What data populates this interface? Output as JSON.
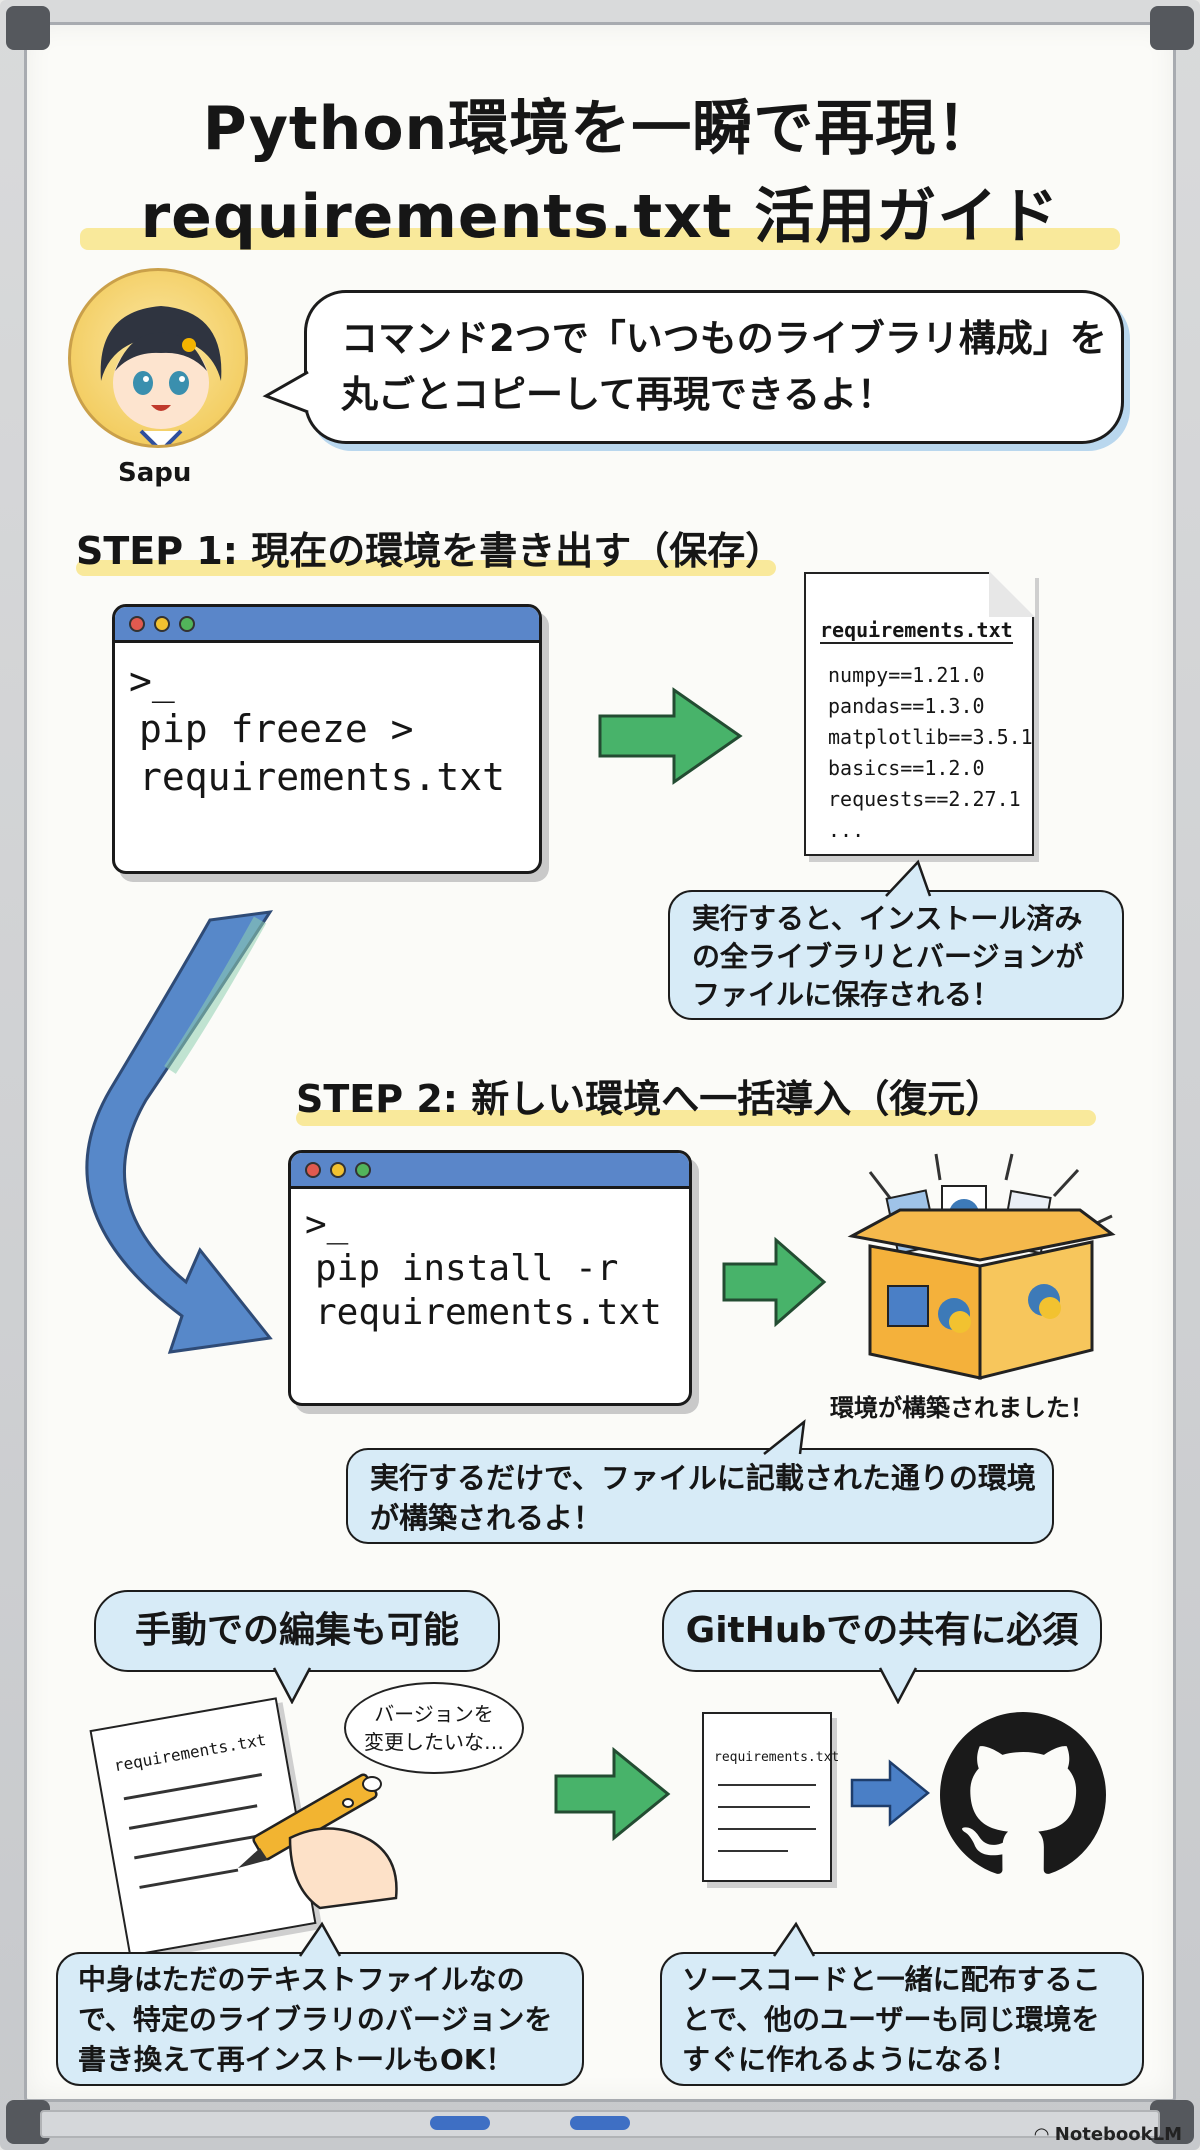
{
  "title": {
    "line1": "Python環境を一瞬で再現！",
    "line2": "requirements.txt 活用ガイド"
  },
  "intro": {
    "character_name": "Sapu",
    "line1": "コマンド2つで「いつものライブラリ構成」を",
    "line2": "丸ごとコピーして再現できるよ！"
  },
  "step1": {
    "title": "STEP 1: 現在の環境を書き出す（保存）",
    "prompt": ">_",
    "command_line1": "pip freeze >",
    "command_line2": "requirements.txt",
    "file": {
      "name": "requirements.txt",
      "lines": [
        "numpy==1.21.0",
        "pandas==1.3.0",
        "matplotlib==3.5.1",
        "basics==1.2.0",
        "requests==2.27.1",
        "..."
      ]
    },
    "note_line1": "実行すると、インストール済み",
    "note_line2": "の全ライブラリとバージョンが",
    "note_line3": "ファイルに保存される！"
  },
  "step2": {
    "title": "STEP 2: 新しい環境へ一括導入（復元）",
    "prompt": ">_",
    "command_line1": "pip install -r",
    "command_line2": "requirements.txt",
    "box_caption": "環境が構築されました！",
    "note_line1": "実行するだけで、ファイルに記載された通りの環境",
    "note_line2": "が構築されるよ！"
  },
  "tips": {
    "edit": {
      "heading": "手動での編集も可能",
      "thought_line1": "バージョンを",
      "thought_line2": "変更したいな…",
      "doc_label": "requirements.txt",
      "note_line1": "中身はただのテキストファイルなの",
      "note_line2": "で、特定のライブラリのバージョンを",
      "note_line3": "書き換えて再インストールもOK！"
    },
    "github": {
      "heading": "GitHubでの共有に必須",
      "doc_label": "requirements.txt",
      "note_line1": "ソースコードと一緒に配布するこ",
      "note_line2": "とで、他のユーザーも同じ環境を",
      "note_line3": "すぐに作れるようになる！"
    }
  },
  "watermark": "NotebookLM",
  "colors": {
    "highlight": "#f8e58b",
    "terminal_bar": "#5a86c9",
    "arrow_green": "#48b36a",
    "arrow_blue": "#4a7fc6",
    "note_bg": "#d7ebf7"
  },
  "icons": [
    "terminal-window",
    "document-icon",
    "green-arrow-icon",
    "blue-curved-arrow",
    "open-box-icon",
    "pencil-hand-icon",
    "github-logo-icon"
  ]
}
